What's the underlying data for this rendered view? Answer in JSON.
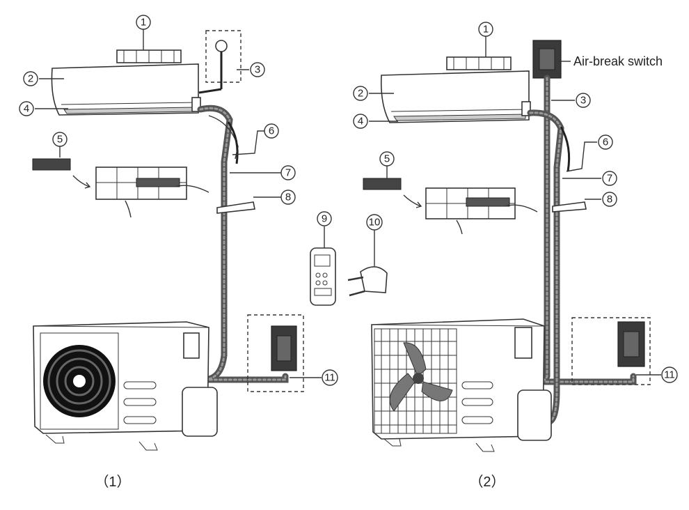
{
  "callouts": {
    "c1": "1",
    "c2": "2",
    "c3": "3",
    "c4": "4",
    "c5": "5",
    "c6": "6",
    "c7": "7",
    "c8": "8",
    "c9": "9",
    "c10": "10",
    "c11": "11"
  },
  "labels": {
    "air_break_switch": "Air-break switch"
  },
  "captions": {
    "left": "（1）",
    "right": "（2）"
  },
  "colors": {
    "line": "#333333",
    "pipe": "#555555",
    "switch": "#3a3a3a"
  }
}
